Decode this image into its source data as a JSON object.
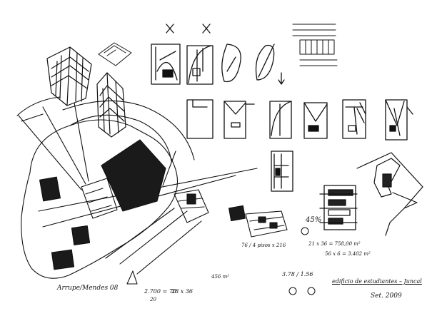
{
  "notes": {
    "calc_1": "2.700 = 70",
    "calc_1b": "20",
    "calc_2": "28 x 36",
    "calc_3": "456 m²",
    "calc_4": "76 / 4 pisos x 216",
    "ratio": "3.78 / 1.56",
    "percent": "45%",
    "area_1": "21 x 36 = 758,00 m²",
    "area_2": "56 x 6 = 3.402 m²",
    "title": "edificio de estudiantes – Juncal",
    "date": "Set. 2009",
    "signature": "Arrupe/Mendes 08"
  }
}
